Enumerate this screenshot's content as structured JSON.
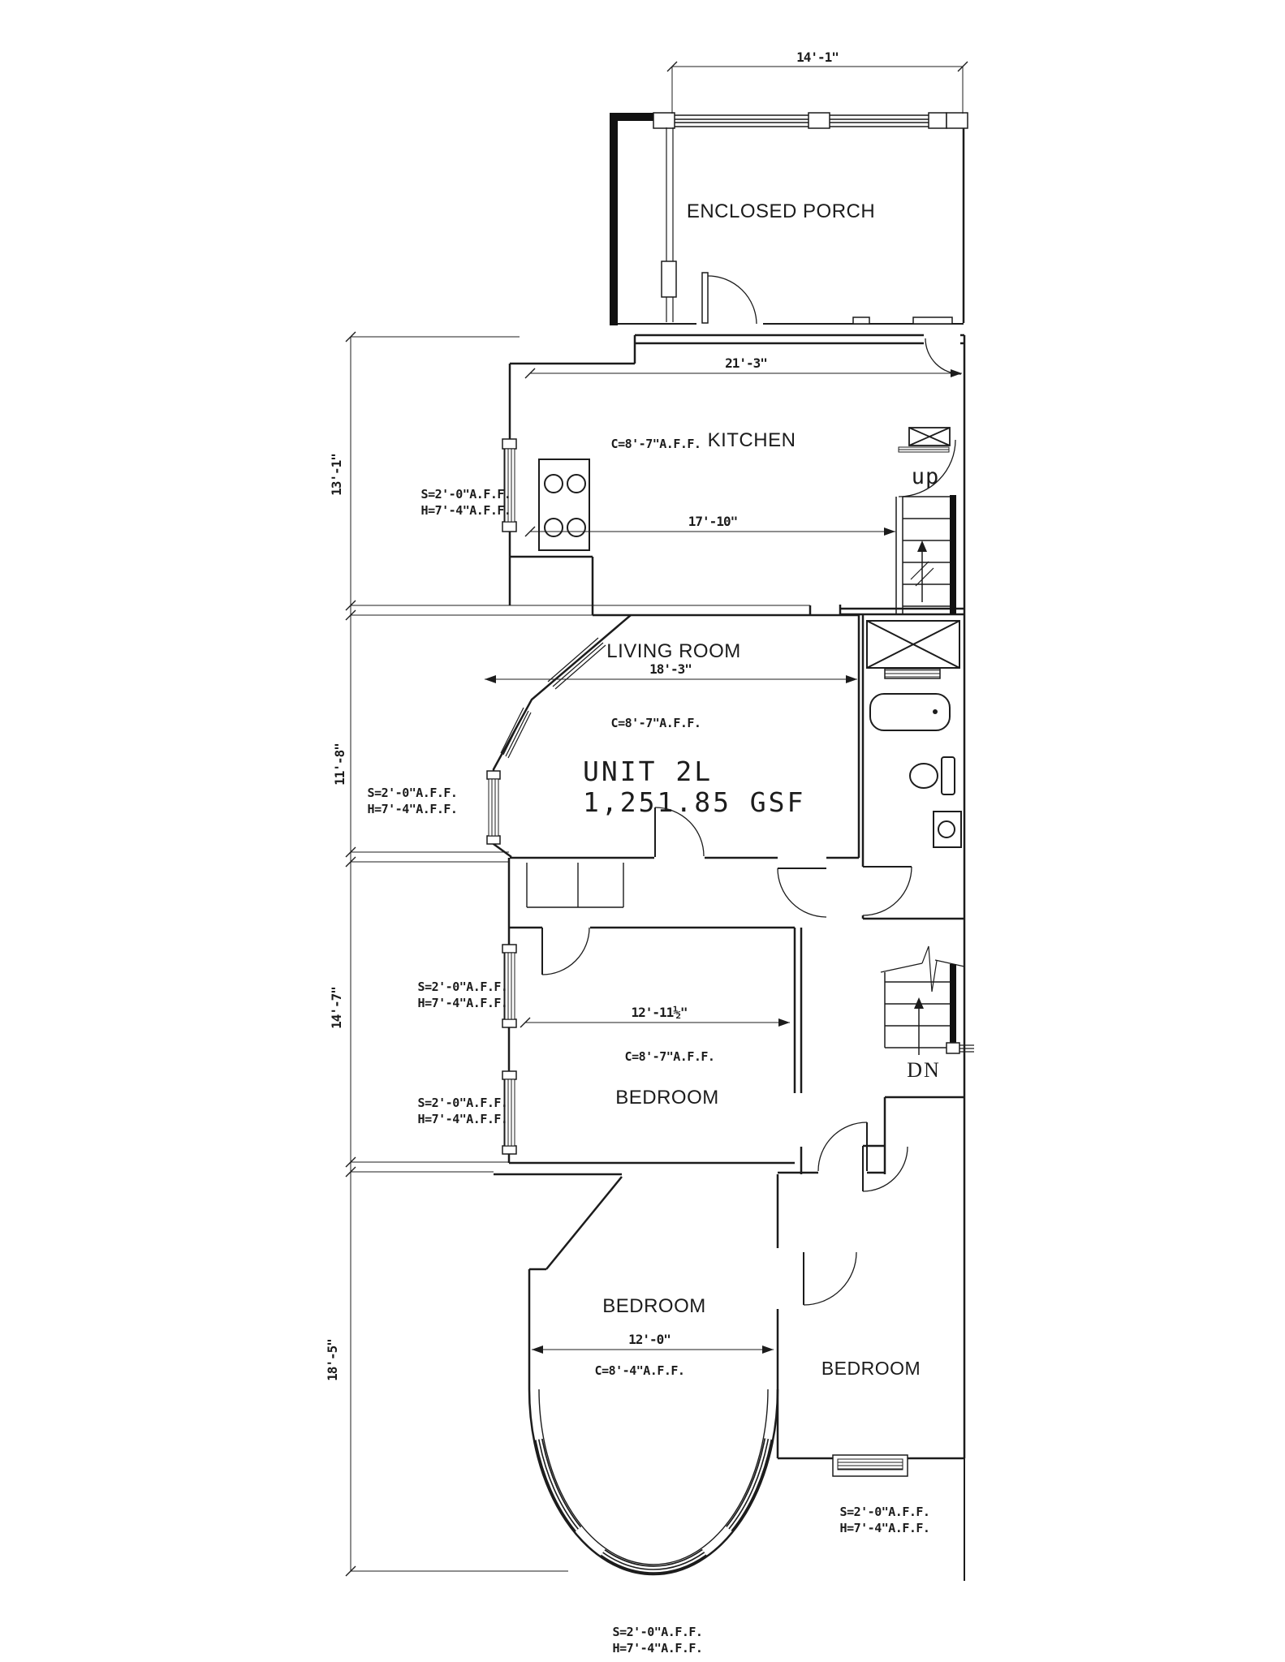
{
  "unit": {
    "name": "UNIT 2L",
    "area": "1,251.85 GSF"
  },
  "rooms": {
    "porch": {
      "label": "ENCLOSED PORCH"
    },
    "kitchen": {
      "label": "KITCHEN",
      "ceiling": "C=8'-7\"A.F.F."
    },
    "living": {
      "label": "LIVING ROOM",
      "ceiling": "C=8'-7\"A.F.F."
    },
    "bedroom1": {
      "label": "BEDROOM",
      "ceiling": "C=8'-7\"A.F.F."
    },
    "bedroom2": {
      "label": "BEDROOM",
      "ceiling": "C=8'-4\"A.F.F."
    },
    "bedroom3": {
      "label": "BEDROOM"
    }
  },
  "stairs": {
    "up": "up",
    "down": "DN"
  },
  "dims": {
    "porch_w": "14'-1\"",
    "kitchen_w": "21'-3\"",
    "kitchen_d": "17'-10\"",
    "sec1": "13'-1\"",
    "sec2": "11'-8\"",
    "living_w": "18'-3\"",
    "sec3": "14'-7\"",
    "bed1_w": "12'-11½\"",
    "sec4": "18'-5\"",
    "bed2_w": "12'-0\""
  },
  "window_note": {
    "sill": "S=2'-0\"A.F.F.",
    "head": "H=7'-4\"A.F.F."
  },
  "colors": {
    "line": "#1c1c1c",
    "bg": "#ffffff"
  }
}
